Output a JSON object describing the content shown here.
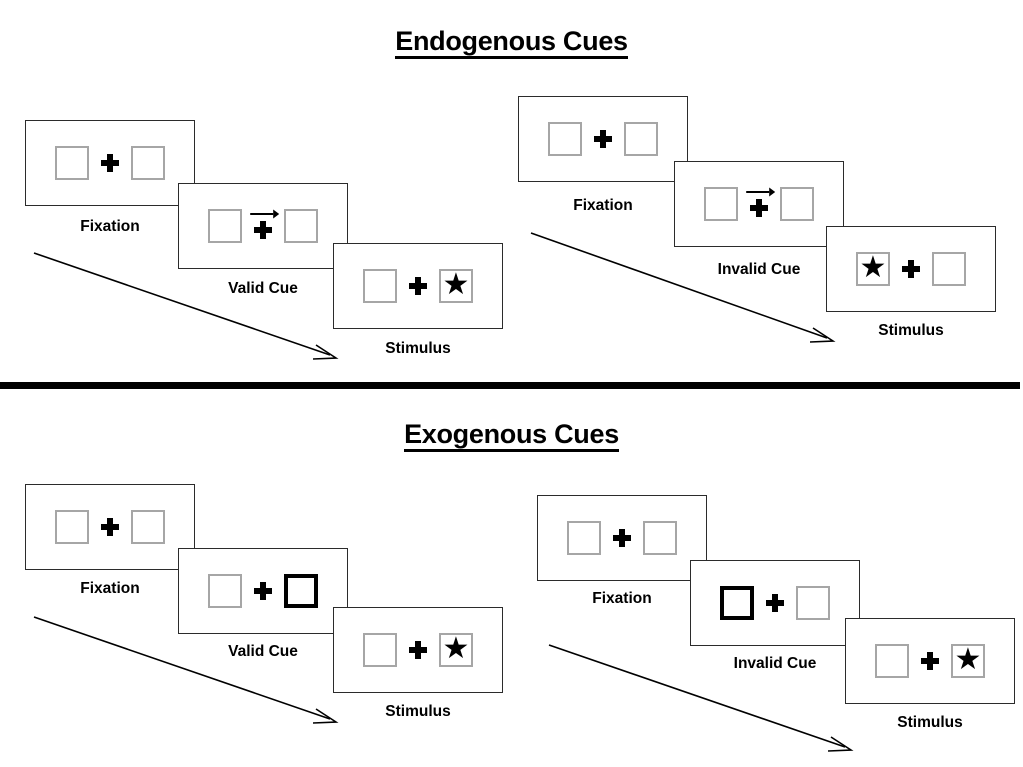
{
  "sections": [
    {
      "id": "endogenous",
      "title": "Endogenous Cues",
      "flows": [
        {
          "id": "endogenous-valid",
          "panels": [
            {
              "caption": "Fixation",
              "cue": "none",
              "left_content": "empty",
              "right_content": "empty",
              "left_cued": false,
              "right_cued": false
            },
            {
              "caption": "Valid Cue",
              "cue": "arrow-right",
              "left_content": "empty",
              "right_content": "empty",
              "left_cued": false,
              "right_cued": false
            },
            {
              "caption": "Stimulus",
              "cue": "none",
              "left_content": "empty",
              "right_content": "star",
              "left_cued": false,
              "right_cued": false
            }
          ]
        },
        {
          "id": "endogenous-invalid",
          "panels": [
            {
              "caption": "Fixation",
              "cue": "none",
              "left_content": "empty",
              "right_content": "empty",
              "left_cued": false,
              "right_cued": false
            },
            {
              "caption": "Invalid Cue",
              "cue": "arrow-right",
              "left_content": "empty",
              "right_content": "empty",
              "left_cued": false,
              "right_cued": false
            },
            {
              "caption": "Stimulus",
              "cue": "none",
              "left_content": "star",
              "right_content": "empty",
              "left_cued": false,
              "right_cued": false
            }
          ]
        }
      ]
    },
    {
      "id": "exogenous",
      "title": "Exogenous Cues",
      "flows": [
        {
          "id": "exogenous-valid",
          "panels": [
            {
              "caption": "Fixation",
              "cue": "none",
              "left_content": "empty",
              "right_content": "empty",
              "left_cued": false,
              "right_cued": false
            },
            {
              "caption": "Valid Cue",
              "cue": "none",
              "left_content": "empty",
              "right_content": "empty",
              "left_cued": false,
              "right_cued": true
            },
            {
              "caption": "Stimulus",
              "cue": "none",
              "left_content": "empty",
              "right_content": "star",
              "left_cued": false,
              "right_cued": false
            }
          ]
        },
        {
          "id": "exogenous-invalid",
          "panels": [
            {
              "caption": "Fixation",
              "cue": "none",
              "left_content": "empty",
              "right_content": "empty",
              "left_cued": false,
              "right_cued": false
            },
            {
              "caption": "Invalid Cue",
              "cue": "none",
              "left_content": "empty",
              "right_content": "empty",
              "left_cued": true,
              "right_cued": false
            },
            {
              "caption": "Stimulus",
              "cue": "none",
              "left_content": "empty",
              "right_content": "star",
              "left_cued": false,
              "right_cued": false
            }
          ]
        }
      ]
    }
  ],
  "glyphs": {
    "star": "★"
  },
  "colors": {
    "ink": "#000000",
    "panel_border": "#2b2b2b",
    "box_border": "#a6a6a6",
    "cued_box_border": "#000000",
    "background": "#ffffff"
  }
}
